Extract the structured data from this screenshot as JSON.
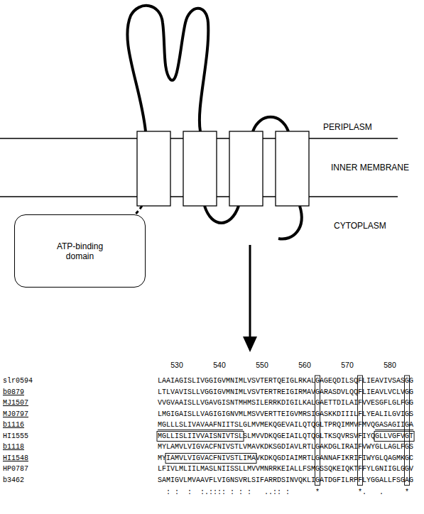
{
  "diagram": {
    "nodes": [
      {
        "text": [
          "ATP-binding domain"
        ]
      }
    ],
    "labels": [
      "PERIPLASM",
      "INNER MEMBRANE",
      "CYTOPLASM",
      "530",
      "540",
      "550",
      "560",
      "570",
      "580",
      "slr0594",
      "LAAIAGISLIVGGIGVMNIMLVSVTERTQEIGLRKALGAGEQDILSQFLIEAVIVSASGG",
      "b0879",
      "LTLVAVISLLVGGIGVMNIMLVSVTERTREIGIRMAVGARASDVLQQFLIEAVLVCLVGG",
      "MJ1507",
      "VVGVAAISLLVGAVGISNTMHMSILERRKDIGILKALGAETTDILAIFVVESGFLGLFGG",
      "MJ0797",
      "LMGIGAISLLVAGIGIGNVMLMSVVERTTEIGVMRSIGASKKDIIILFLYEALILGVIGS",
      "b1116",
      "MGLLLSLIVAVAAFNIITSLGLMVMEKQGEVAILQTQGLTPRQIMMVFMVQGASAGIIGA",
      "HI1555",
      "MGLLISLIIVVAISNIVTSLSLMVVDKQGEIAILQTQGLTKSQVRSVFIYQGLLVGFVGT",
      "b1118",
      "MYLAMVLVIGVACFNIVSTLVMAVKDKSGDIAVLRTLGAKDGLIRAIFVWYGLLAGLFGS",
      "HI1548",
      "MYIAMVLVIGVACFNIVSTLIMAVKDKQGDIAIMRTLGANNAFIKRIFIWYGLQAGMKGC",
      "HP0787",
      "LFIVLMLIILMASLNIISSLLMVVMNRRKEIALLFSMGSSQKEIQKTFFYLGNIIGLGGV",
      "b3462",
      "SAMIGVLMVAAVFLVIGNSVRLSIFARRDSINVQKLIGATDGFILRPFLYGGALLFSGAG",
      "  : :  :  :.:::: : : :   ..:: :      *         *.   .     * "
    ]
  }
}
